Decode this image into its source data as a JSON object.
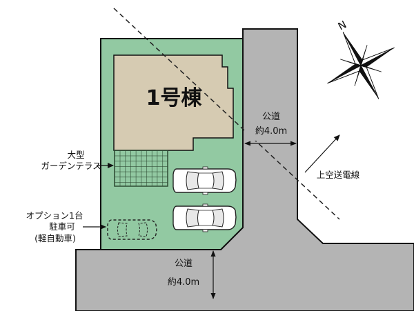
{
  "building": {
    "label": "1号棟"
  },
  "roads": {
    "east": {
      "label_line1": "公道",
      "label_line2": "約4.0m"
    },
    "south": {
      "label_line1": "公道",
      "label_line2": "約4.0m"
    }
  },
  "terrace": {
    "label_line1": "大型",
    "label_line2": "ガーデンテラス"
  },
  "option_parking": {
    "label_line1": "オプション1台",
    "label_line2": "駐車可",
    "label_line3": "(軽自動車)"
  },
  "power_line": {
    "label": "上空送電線"
  },
  "compass": {
    "north_label": "N"
  },
  "colors": {
    "lot": "#92c9a2",
    "building": "#d6cbb2",
    "road": "#b4b4b4",
    "outline": "#111111"
  },
  "icons": [
    "compass-rose-icon",
    "car-icon",
    "arrow-icon"
  ]
}
